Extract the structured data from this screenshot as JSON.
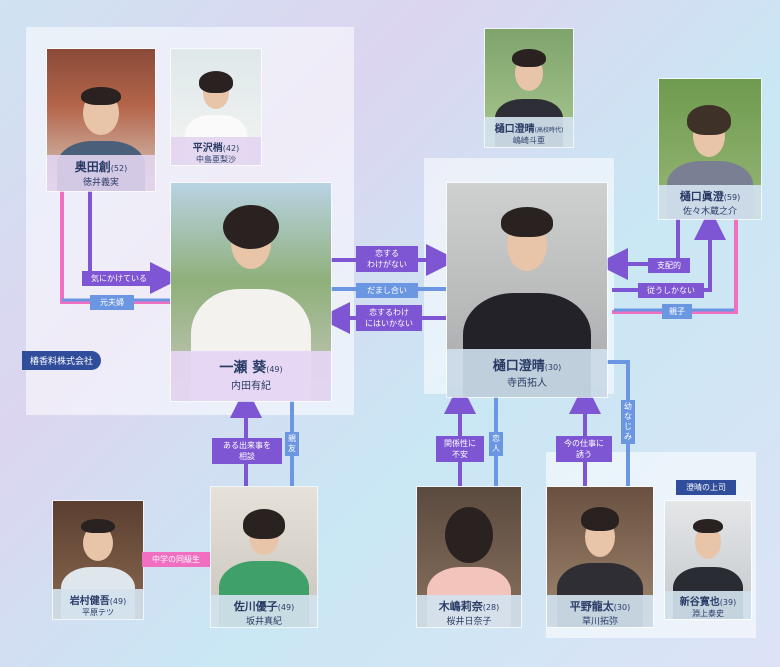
{
  "company_label": "椿香料株式会社",
  "people": {
    "okuda": {
      "name": "奥田創",
      "age": "(52)",
      "actor": "徳井義実"
    },
    "hirasawa": {
      "name": "平沢梢",
      "age": "(42)",
      "actor": "中島亜梨沙"
    },
    "ichinose": {
      "name": "一瀬 葵",
      "age": "(49)",
      "actor": "内田有紀"
    },
    "higuchi_young": {
      "name": "樋口澄晴",
      "age": "(高校時代)",
      "actor": "嶋崎斗亜"
    },
    "higuchi_masumi": {
      "name": "樋口眞澄",
      "age": "(59)",
      "actor": "佐々木蔵之介"
    },
    "higuchi": {
      "name": "樋口澄晴",
      "age": "(30)",
      "actor": "寺西拓人"
    },
    "iwamura": {
      "name": "岩村健吾",
      "age": "(49)",
      "actor": "平原テツ"
    },
    "sagawa": {
      "name": "佐川優子",
      "age": "(49)",
      "actor": "坂井真紀"
    },
    "kijima": {
      "name": "木嶋莉奈",
      "age": "(28)",
      "actor": "桜井日奈子"
    },
    "hirano": {
      "name": "平野龍太",
      "age": "(30)",
      "actor": "草川拓弥"
    },
    "shintani": {
      "name": "新谷寛也",
      "age": "(39)",
      "actor": "淵上泰史"
    }
  },
  "relations": {
    "ki_ni_kaketeiru": "気にかけている",
    "moto_fuufu": "元夫婦",
    "koisuru_wakeganai_1": "恋する",
    "koisuru_wakeganai_2": "わけがない",
    "damashiai": "だまし合い",
    "koisuru_wakeniwa_1": "恋するわけ",
    "koisuru_wakeniwa_2": "にはいかない",
    "shihaiteki": "支配的",
    "shitagau": "従うしかない",
    "oyako": "親子",
    "aru_dekigoto_1": "ある出来事を",
    "aru_dekigoto_2": "相談",
    "shinyuu": "親友",
    "chugaku": "中学の同級生",
    "kankeisei_1": "関係性に",
    "kankeisei_2": "不安",
    "koibito": "恋人",
    "ima_no_shigoto_1": "今の仕事に",
    "ima_no_shigoto_2": "誘う",
    "osananajimi": "幼なじみ",
    "boss": "澄晴の上司"
  },
  "colors": {
    "purple": "#7e55d2",
    "pink": "#f06fc0",
    "blue": "#6b97e2",
    "navy": "#2f4d9a"
  }
}
